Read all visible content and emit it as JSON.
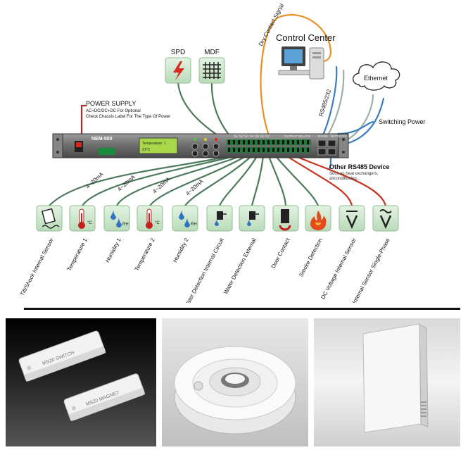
{
  "top": {
    "spd": "SPD",
    "mdf": "MDF",
    "control_center": "Control Center",
    "dry_contact": "Dry Contact Signal",
    "ethernet": "Ethernet",
    "rs485_232": "RS485/232",
    "switching_power": "Switching Power",
    "other_rs485_title": "Other RS485 Device",
    "other_rs485_line1": "Such as heat exchangers,",
    "other_rs485_line2": "airconditioning...",
    "power_supply_title": "POWER SUPPLY",
    "power_supply_line1": "AC+DC/DC+DC For Optional",
    "power_supply_line2": "Check Chassis Label For The Type Of Power"
  },
  "device": {
    "model": "NEM-500",
    "lcd_line1": "Temperature: 1",
    "lcd_line2": "31°C",
    "port_labels": "S1 S2 S3 S4 S5 S6 S7",
    "relay_label": "OUTPUT RELAYS",
    "rs485_label": "RS485",
    "network_label": "NETWORK"
  },
  "current_labels": [
    "4~20mA",
    "4~20mA",
    "4~20mA",
    "4~20mA"
  ],
  "sensors": [
    {
      "label": "Tilt/Shock Internal Sensor",
      "icon": "tilt-shock-icon"
    },
    {
      "label": "Temperature 1",
      "icon": "thermometer-icon"
    },
    {
      "label": "Humidity 1",
      "icon": "humidity-icon"
    },
    {
      "label": "Temperature 2",
      "icon": "thermometer-icon"
    },
    {
      "label": "Humidity 2",
      "icon": "humidity-icon"
    },
    {
      "label": "Water Detection Internal Circuit",
      "icon": "water-detection-icon"
    },
    {
      "label": "Water Detection External",
      "icon": "water-detection-icon"
    },
    {
      "label": "Door Contact",
      "icon": "door-contact-icon"
    },
    {
      "label": "Smoke Detection",
      "icon": "smoke-icon"
    },
    {
      "label": "DC Voltage Internal Sensor",
      "icon": "dc-voltage-icon"
    },
    {
      "label": "AC Voltage Internal Sensor Single-Phase",
      "icon": "ac-voltage-icon"
    }
  ],
  "photos": {
    "switch_text": "MS20 SWITCH",
    "magnet_text": "MS20 MAGNET"
  },
  "colors": {
    "icon_bg": "#cfe7cf",
    "icon_border": "#8fbf8f",
    "cable_green": "#4c7a5b",
    "cable_orange": "#e89024",
    "cable_blue": "#3c7cc0",
    "cable_red": "#c8331f",
    "cable_gray": "#9ab0a6"
  }
}
